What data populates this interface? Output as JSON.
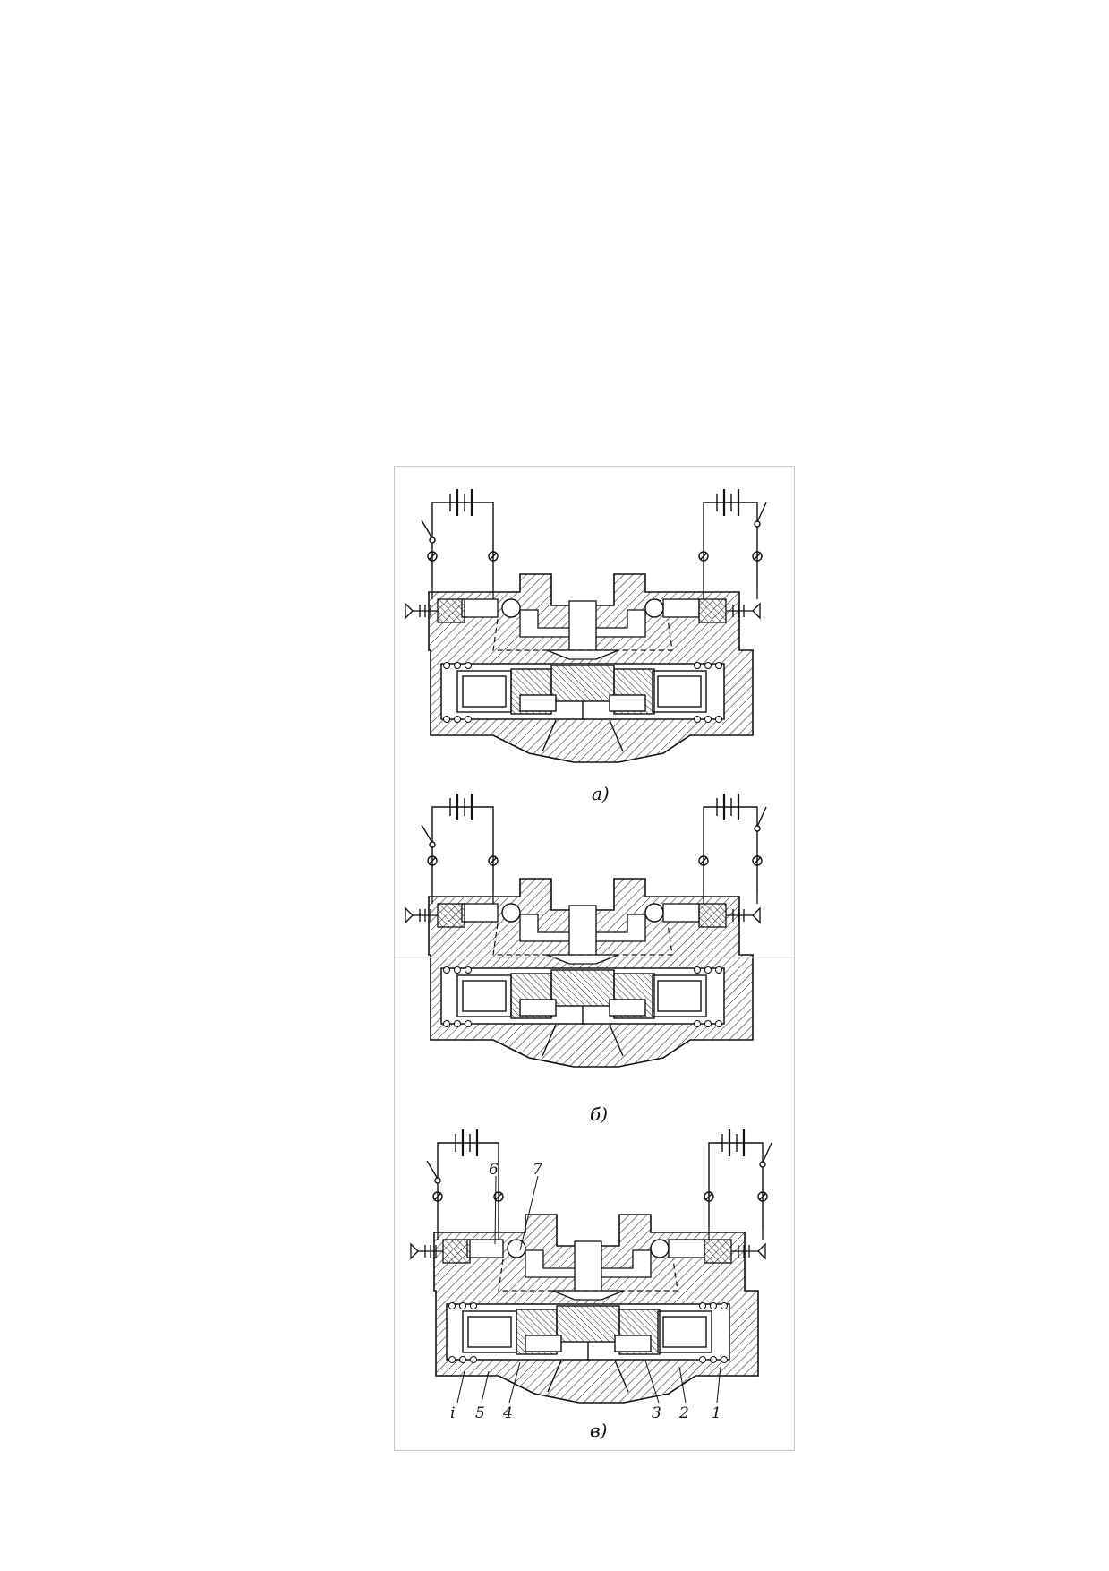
{
  "figure": {
    "panels": [
      {
        "caption": "а)"
      },
      {
        "caption": "б)"
      },
      {
        "caption": "в)"
      }
    ],
    "part_labels": [
      "6",
      "7",
      "i",
      "5",
      "4",
      "3",
      "2",
      "1"
    ]
  },
  "colors": {
    "ink": "#111111",
    "frame": "#c8c8c8"
  }
}
